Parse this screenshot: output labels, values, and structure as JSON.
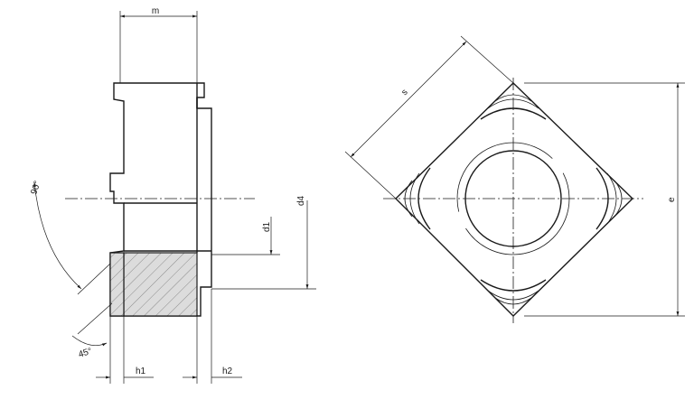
{
  "labels": {
    "m": "m",
    "s": "s",
    "e": "e",
    "d1": "d1",
    "d4": "d4",
    "h1": "h1",
    "h2": "h2",
    "angle_90": "90°",
    "angle_45": "45°"
  },
  "colors": {
    "line": "#1a1a1a",
    "background": "#ffffff",
    "hatch_fill": "#d9d9d9"
  }
}
